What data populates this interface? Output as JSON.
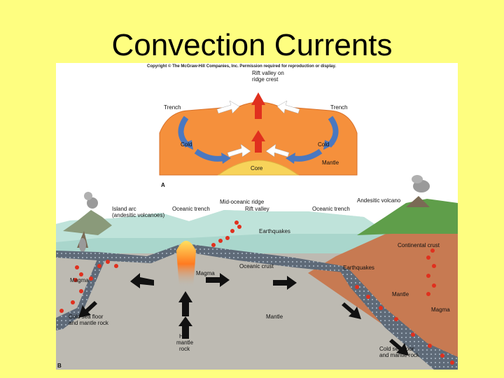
{
  "slide": {
    "title": "Convection Currents"
  },
  "figure": {
    "copyright": "Copyright © The McGraw-Hill Companies, Inc. Permission required for reproduction or display.",
    "panel_a": {
      "letter": "A",
      "rift_valley": "Rift valley on",
      "ridge_crest": "ridge crest",
      "trench_left": "Trench",
      "trench_right": "Trench",
      "cold_left": "Cold",
      "cold_right": "Cold",
      "core": "Core",
      "mantle": "Mantle"
    },
    "panel_b": {
      "letter": "B",
      "mid_oceanic_ridge": "Mid-oceanic ridge",
      "andesitic_volcano": "Andesitic volcano",
      "island_arc_1": "Island arc",
      "island_arc_2": "(andesitic volcanoes)",
      "oceanic_trench_left": "Oceanic trench",
      "rift_valley": "Rift valley",
      "oceanic_trench_right": "Oceanic trench",
      "earthquakes_top": "Earthquakes",
      "continental_crust": "Continental crust",
      "oceanic_crust": "Oceanic crust",
      "earthquakes_right": "Earthquakes",
      "magma_left": "Magma",
      "magma_center": "Magma",
      "magma_right": "Magma",
      "mantle_right": "Mantle",
      "mantle_center": "Mantle",
      "cold_sea_floor_left_1": "Cold sea floor",
      "cold_sea_floor_left_2": "and mantle rock",
      "hot_mantle_1": "Hot",
      "hot_mantle_2": "mantle",
      "hot_mantle_3": "rock",
      "cold_sea_floor_right_1": "Cold sea floor",
      "cold_sea_floor_right_2": "and mantle rock"
    },
    "colors": {
      "background": "#fefe80",
      "mantle_orange": "#f5903c",
      "core_yellow": "#f7d35a",
      "arrow_red": "#e0301e",
      "arrow_blue": "#4a78c0",
      "ocean": "#a9d6cc",
      "mantle_grey": "#bdbab2",
      "continental": "#c77a52",
      "land_green": "#5f9e4a"
    }
  }
}
